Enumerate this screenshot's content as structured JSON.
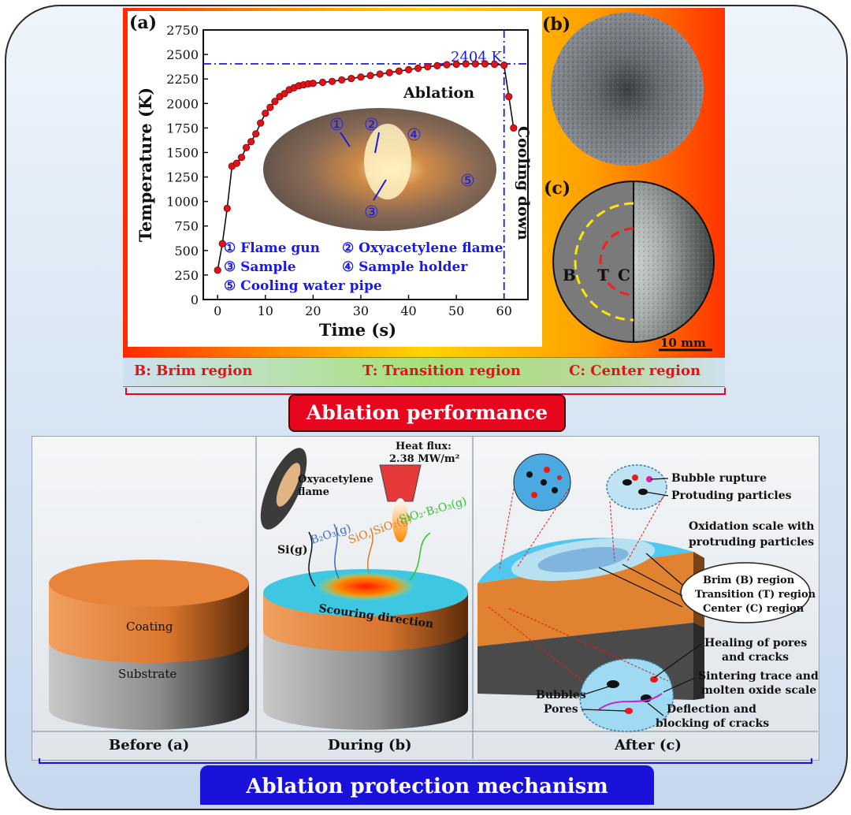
{
  "top": {
    "panel_a_tag": "(a)",
    "panel_b_tag": "(b)",
    "panel_c_tag": "(c)",
    "peak_label": "2404 K",
    "ablation_label": "Ablation",
    "cooling_label": "Cooling down",
    "legend": [
      "① Flame gun",
      "② Oxyacetylene flame",
      "③ Sample",
      "④ Sample holder",
      "⑤ Cooling water pipe"
    ],
    "photo_markers": [
      "①",
      "②",
      "③",
      "④",
      "⑤"
    ],
    "region_letters": [
      "B",
      "T",
      "C"
    ],
    "scale_bar": "10 mm",
    "band": {
      "brim": "B: Brim region",
      "transition": "T: Transition region",
      "center": "C: Center region"
    },
    "banner": "Ablation performance"
  },
  "chart_data": {
    "type": "scatter",
    "xlabel": "Time (s)",
    "ylabel": "Temperature (K)",
    "xlim": [
      -3,
      65
    ],
    "ylim": [
      0,
      2750
    ],
    "xticks": [
      0,
      10,
      20,
      30,
      40,
      50,
      60
    ],
    "yticks": [
      0,
      250,
      500,
      750,
      1000,
      1250,
      1500,
      1750,
      2000,
      2250,
      2500,
      2750
    ],
    "reference_lines": {
      "y": 2404,
      "x": 60
    },
    "x": [
      0,
      1,
      2,
      3,
      4,
      5,
      6,
      7,
      8,
      9,
      10,
      11,
      12,
      13,
      14,
      15,
      16,
      17,
      18,
      19,
      20,
      22,
      24,
      26,
      28,
      30,
      32,
      34,
      36,
      38,
      40,
      42,
      44,
      46,
      48,
      50,
      52,
      54,
      56,
      58,
      60,
      61,
      62
    ],
    "y": [
      300,
      570,
      930,
      1360,
      1390,
      1450,
      1550,
      1610,
      1690,
      1800,
      1900,
      1960,
      2020,
      2070,
      2100,
      2140,
      2160,
      2180,
      2190,
      2200,
      2205,
      2215,
      2225,
      2240,
      2255,
      2270,
      2285,
      2300,
      2315,
      2330,
      2345,
      2360,
      2375,
      2385,
      2395,
      2400,
      2404,
      2404,
      2404,
      2400,
      2390,
      2070,
      1750
    ]
  },
  "bottom": {
    "before": {
      "coating": "Coating",
      "substrate": "Substrate",
      "label": "Before (a)"
    },
    "during": {
      "flame": [
        "Oxyacetylene",
        "flame"
      ],
      "heat_flux": [
        "Heat flux:",
        "2.38 MW/m²"
      ],
      "gases": {
        "sig": "Si(g)",
        "b2o3": "B₂O₃(g)",
        "sio": "SiO, SiO₂(g)",
        "sio2b2o3": "SiO₂·B₂O₃(g)"
      },
      "scouring": "Scouring direction",
      "label": "During (b)"
    },
    "after": {
      "bubble_rupture": "Bubble rupture",
      "protruding": "Protuding particles",
      "oxidation_scale": [
        "Oxidation scale with",
        "protruding particles"
      ],
      "regions": [
        "Brim (B) region",
        "Transition (T) region",
        "Center (C) region"
      ],
      "healing": [
        "Healing of pores",
        "and cracks"
      ],
      "sintering": [
        "Sintering trace and",
        "molten oxide scale"
      ],
      "bubbles": "Bubbles",
      "pores": "Pores",
      "deflection": [
        "Deflection and",
        "blocking of cracks"
      ],
      "label": "After (c)"
    },
    "banner": "Ablation protection mechanism"
  },
  "colors": {
    "curve": "#e0121a",
    "reference": "#1a1ae6",
    "legend_text": "#1a1ae6",
    "coating": "#e8843a",
    "substrate": "#8c8c8c",
    "ablated_surface": "#3ec7e0",
    "banner_red": "#e8061f",
    "banner_blue": "#1a12d8"
  }
}
